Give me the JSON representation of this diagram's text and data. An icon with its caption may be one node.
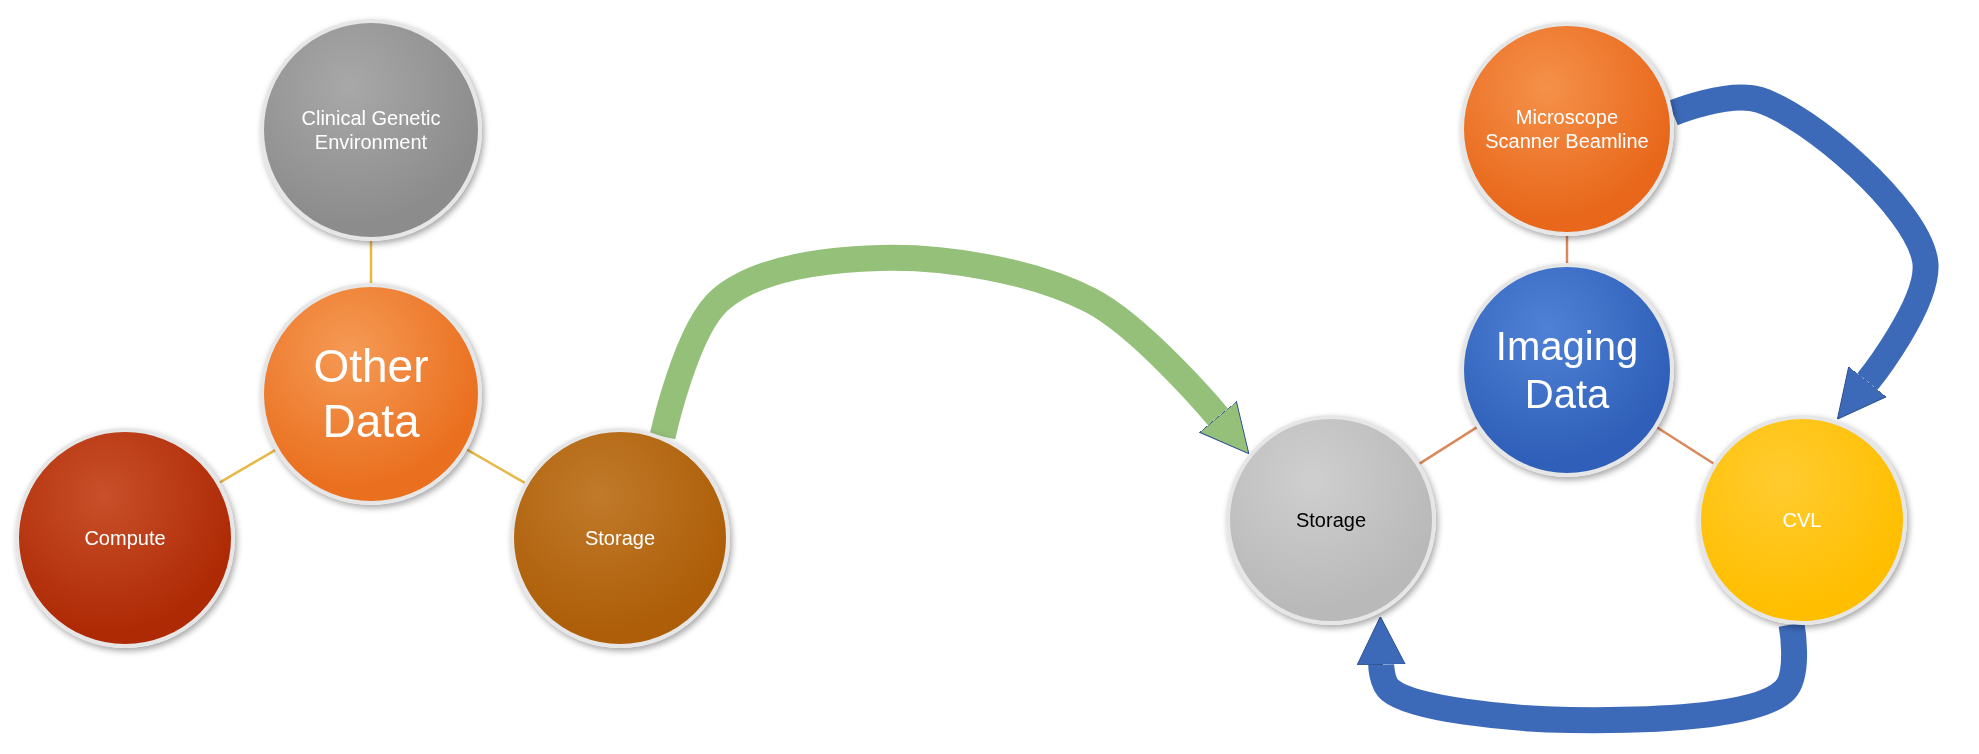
{
  "diagram": {
    "nodes": [
      {
        "text": [
          "Clinical Genetic Environment"
        ]
      },
      {
        "text": [
          "Other Data"
        ]
      },
      {
        "text": [
          "Compute"
        ]
      },
      {
        "text": [
          "Storage"
        ]
      },
      {
        "text": [
          "Microscope Scanner Beamline"
        ]
      },
      {
        "text": [
          "Imaging Data"
        ]
      },
      {
        "text": [
          "Storage"
        ]
      },
      {
        "text": [
          "CVL"
        ]
      }
    ],
    "edges": [
      {
        "from": 1,
        "to": 0,
        "arrow": "none",
        "color": "#e8b84a"
      },
      {
        "from": 1,
        "to": 2,
        "arrow": "none",
        "color": "#e8b84a"
      },
      {
        "from": 1,
        "to": 3,
        "arrow": "none",
        "color": "#e8b84a"
      },
      {
        "from": 5,
        "to": 4,
        "arrow": "none",
        "color": "#d98a5c"
      },
      {
        "from": 5,
        "to": 6,
        "arrow": "none",
        "color": "#d98a5c"
      },
      {
        "from": 5,
        "to": 7,
        "arrow": "none",
        "color": "#d98a5c"
      },
      {
        "from": 4,
        "to": 7,
        "arrow": "to",
        "style": "thick",
        "color": "#3d6ab8"
      },
      {
        "from": 7,
        "to": 6,
        "arrow": "to",
        "style": "thick",
        "color": "#3d6ab8"
      },
      {
        "from": 3,
        "to": 6,
        "arrow": "to",
        "style": "thick",
        "color": "#95c07a"
      }
    ]
  }
}
